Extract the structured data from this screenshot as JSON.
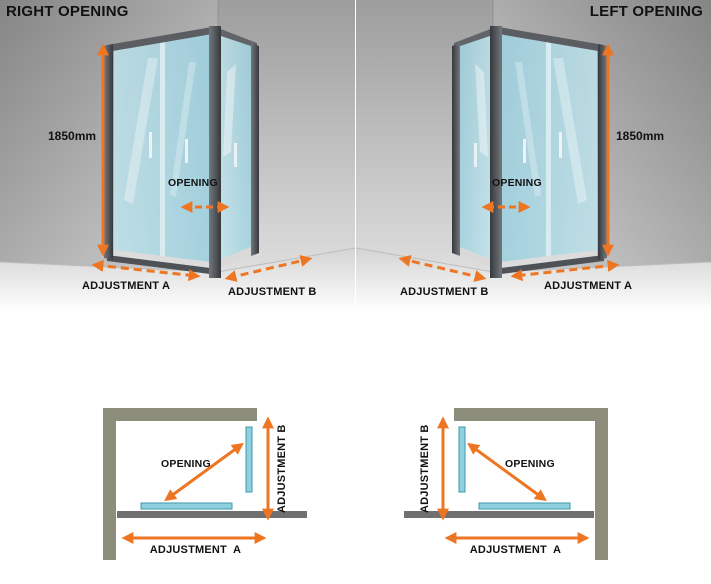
{
  "colors": {
    "accent_orange": "#ee7623",
    "glass_blue": "#8fd0de",
    "wall_greige": "#8d8d7c",
    "frame_dark": "#3a3e42"
  },
  "scenes": {
    "right_opening": {
      "title": "RIGHT OPENING",
      "height": "1850mm",
      "opening": "OPENING",
      "adjustment_a": "ADJUSTMENT A",
      "adjustment_b": "ADJUSTMENT B"
    },
    "left_opening": {
      "title": "LEFT OPENING",
      "height": "1850mm",
      "opening": "OPENING",
      "adjustment_a": "ADJUSTMENT A",
      "adjustment_b": "ADJUSTMENT B"
    }
  },
  "plans": {
    "right_opening": {
      "opening": "OPENING",
      "adjustment_a": "ADJUSTMENT  A",
      "adjustment_b": "ADJUSTMENT B"
    },
    "left_opening": {
      "opening": "OPENING",
      "adjustment_a": "ADJUSTMENT  A",
      "adjustment_b": "ADJUSTMENT B"
    }
  }
}
